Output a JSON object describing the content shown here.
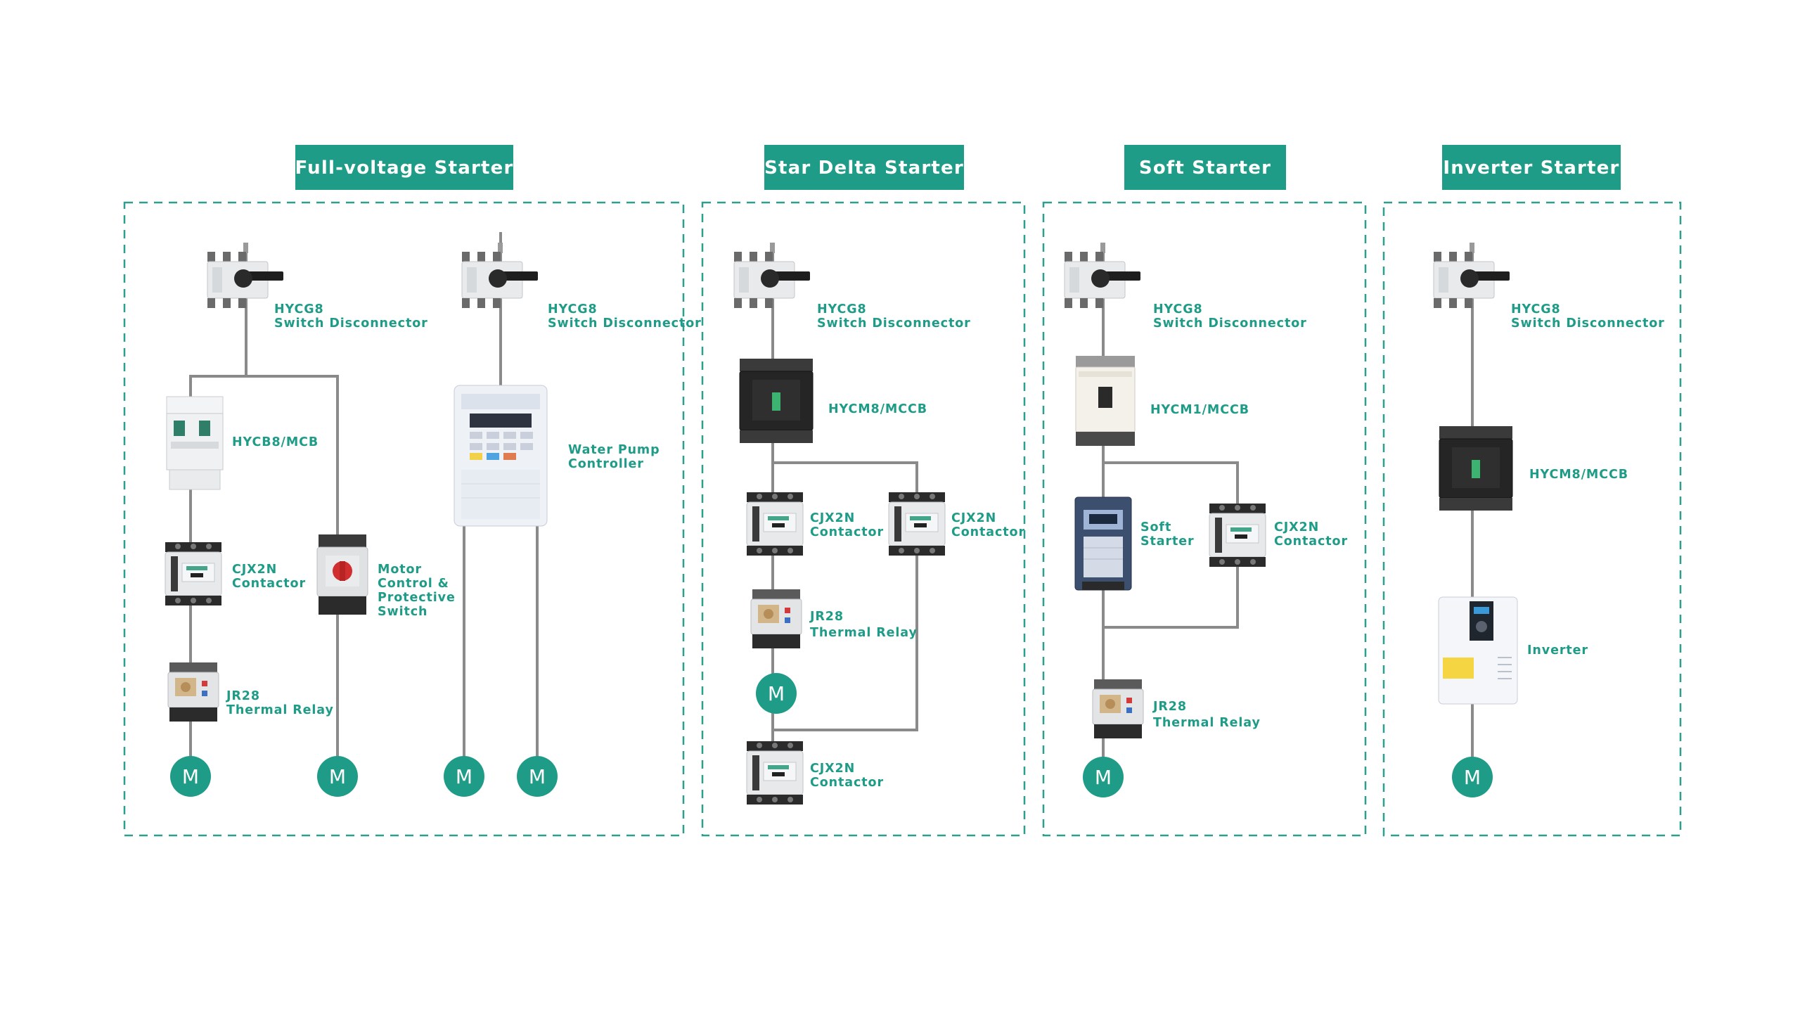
{
  "colors": {
    "accent": "#1f9c87",
    "wire": "#8a8a8a",
    "motor": "#1f9c87",
    "frame": "#2e9e8e"
  },
  "sections": [
    {
      "title": "Full-voltage Starter"
    },
    {
      "title": "Star Delta Starter"
    },
    {
      "title": "Soft Starter"
    },
    {
      "title": "Inverter Starter"
    }
  ],
  "labels": {
    "switch_name": "HYCG8",
    "switch_type": "Switch Disconnector",
    "mcb": "HYCB8/MCB",
    "contactor_name": "CJX2N",
    "contactor_type": "Contactor",
    "relay_name": "JR28",
    "relay_type": "Thermal Relay",
    "motor_ctrl": [
      "Motor",
      "Control &",
      "Protective",
      "Switch"
    ],
    "water_pump": [
      "Water Pump",
      "Controller"
    ],
    "mccb8": "HYCM8/MCCB",
    "mccb1": "HYCM1/MCCB",
    "soft_starter": [
      "Soft",
      "Starter"
    ],
    "inverter": "Inverter",
    "motor": "M"
  }
}
